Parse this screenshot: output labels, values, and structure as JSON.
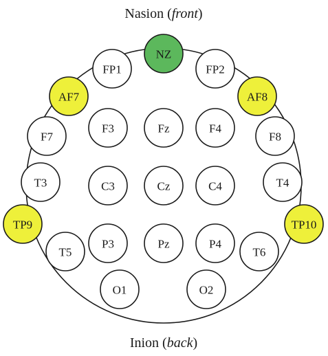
{
  "captions": {
    "top_word": "Nasion",
    "top_italic": "front",
    "bottom_word": "Inion",
    "bottom_italic": "back"
  },
  "colors": {
    "green": "#5cb85c",
    "yellow": "#eef03a",
    "white": "#ffffff",
    "outline": "#1a1a1a"
  },
  "electrodes": [
    {
      "label": "NZ",
      "color": "green"
    },
    {
      "label": "FP1",
      "color": "white"
    },
    {
      "label": "FP2",
      "color": "white"
    },
    {
      "label": "AF7",
      "color": "yellow"
    },
    {
      "label": "AF8",
      "color": "yellow"
    },
    {
      "label": "F7",
      "color": "white"
    },
    {
      "label": "F3",
      "color": "white"
    },
    {
      "label": "Fz",
      "color": "white"
    },
    {
      "label": "F4",
      "color": "white"
    },
    {
      "label": "F8",
      "color": "white"
    },
    {
      "label": "T3",
      "color": "white"
    },
    {
      "label": "C3",
      "color": "white"
    },
    {
      "label": "Cz",
      "color": "white"
    },
    {
      "label": "C4",
      "color": "white"
    },
    {
      "label": "T4",
      "color": "white"
    },
    {
      "label": "TP9",
      "color": "yellow"
    },
    {
      "label": "TP10",
      "color": "yellow"
    },
    {
      "label": "T5",
      "color": "white"
    },
    {
      "label": "P3",
      "color": "white"
    },
    {
      "label": "Pz",
      "color": "white"
    },
    {
      "label": "P4",
      "color": "white"
    },
    {
      "label": "T6",
      "color": "white"
    },
    {
      "label": "O1",
      "color": "white"
    },
    {
      "label": "O2",
      "color": "white"
    }
  ]
}
